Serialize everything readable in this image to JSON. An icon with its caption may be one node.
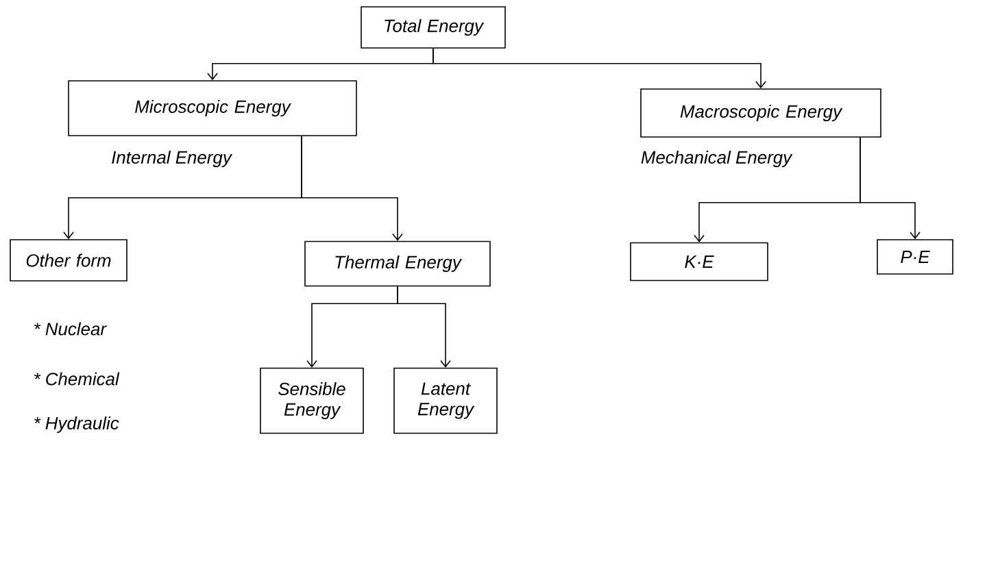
{
  "diagram": {
    "nodes": [
      {
        "text": [
          "Total Energy"
        ]
      },
      {
        "text": [
          "Microscopic Energy"
        ],
        "beside": [
          "Internal Energy"
        ]
      },
      {
        "text": [
          "Macroscopic Energy"
        ],
        "beside": [
          "Mechanical Energy"
        ]
      },
      {
        "text": [
          "Other form"
        ]
      },
      {
        "text": [
          "Thermal Energy"
        ]
      },
      {
        "text": [
          "K·E"
        ]
      },
      {
        "text": [
          "P·E"
        ]
      },
      {
        "text": [
          "Sensible Energy"
        ]
      },
      {
        "text": [
          "Latent Energy"
        ]
      }
    ],
    "edges": [
      {
        "from": 0,
        "to": 1,
        "arrow": "to"
      },
      {
        "from": 0,
        "to": 2,
        "arrow": "to"
      },
      {
        "from": 1,
        "to": 3,
        "arrow": "to"
      },
      {
        "from": 1,
        "to": 4,
        "arrow": "to"
      },
      {
        "from": 2,
        "to": 5,
        "arrow": "to"
      },
      {
        "from": 2,
        "to": 6,
        "arrow": "to"
      },
      {
        "from": 4,
        "to": 7,
        "arrow": "to"
      },
      {
        "from": 4,
        "to": 8,
        "arrow": "to"
      }
    ],
    "labels": [
      "* Nuclear",
      "* Chemical",
      "* Hydraulic"
    ]
  }
}
